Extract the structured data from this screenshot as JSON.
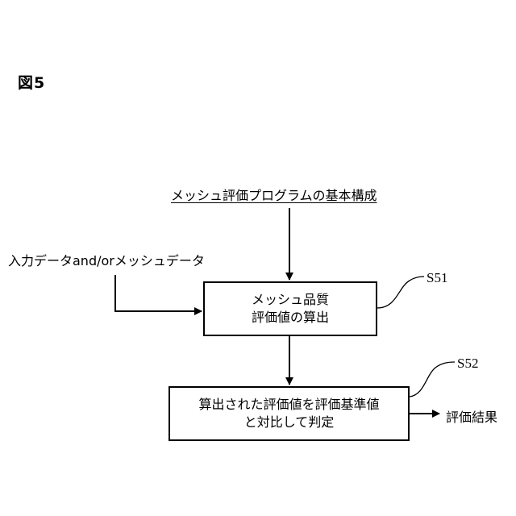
{
  "figure_label": "図5",
  "program_title": "メッシュ評価プログラムの基本構成",
  "input_label": "入力データand/orメッシュデータ",
  "steps": [
    {
      "id": "S51",
      "line1": "メッシュ品質",
      "line2": "評価値の算出"
    },
    {
      "id": "S52",
      "line1": "算出された評価値を評価基準値",
      "line2": "と対比して判定"
    }
  ],
  "result_label": "評価結果"
}
